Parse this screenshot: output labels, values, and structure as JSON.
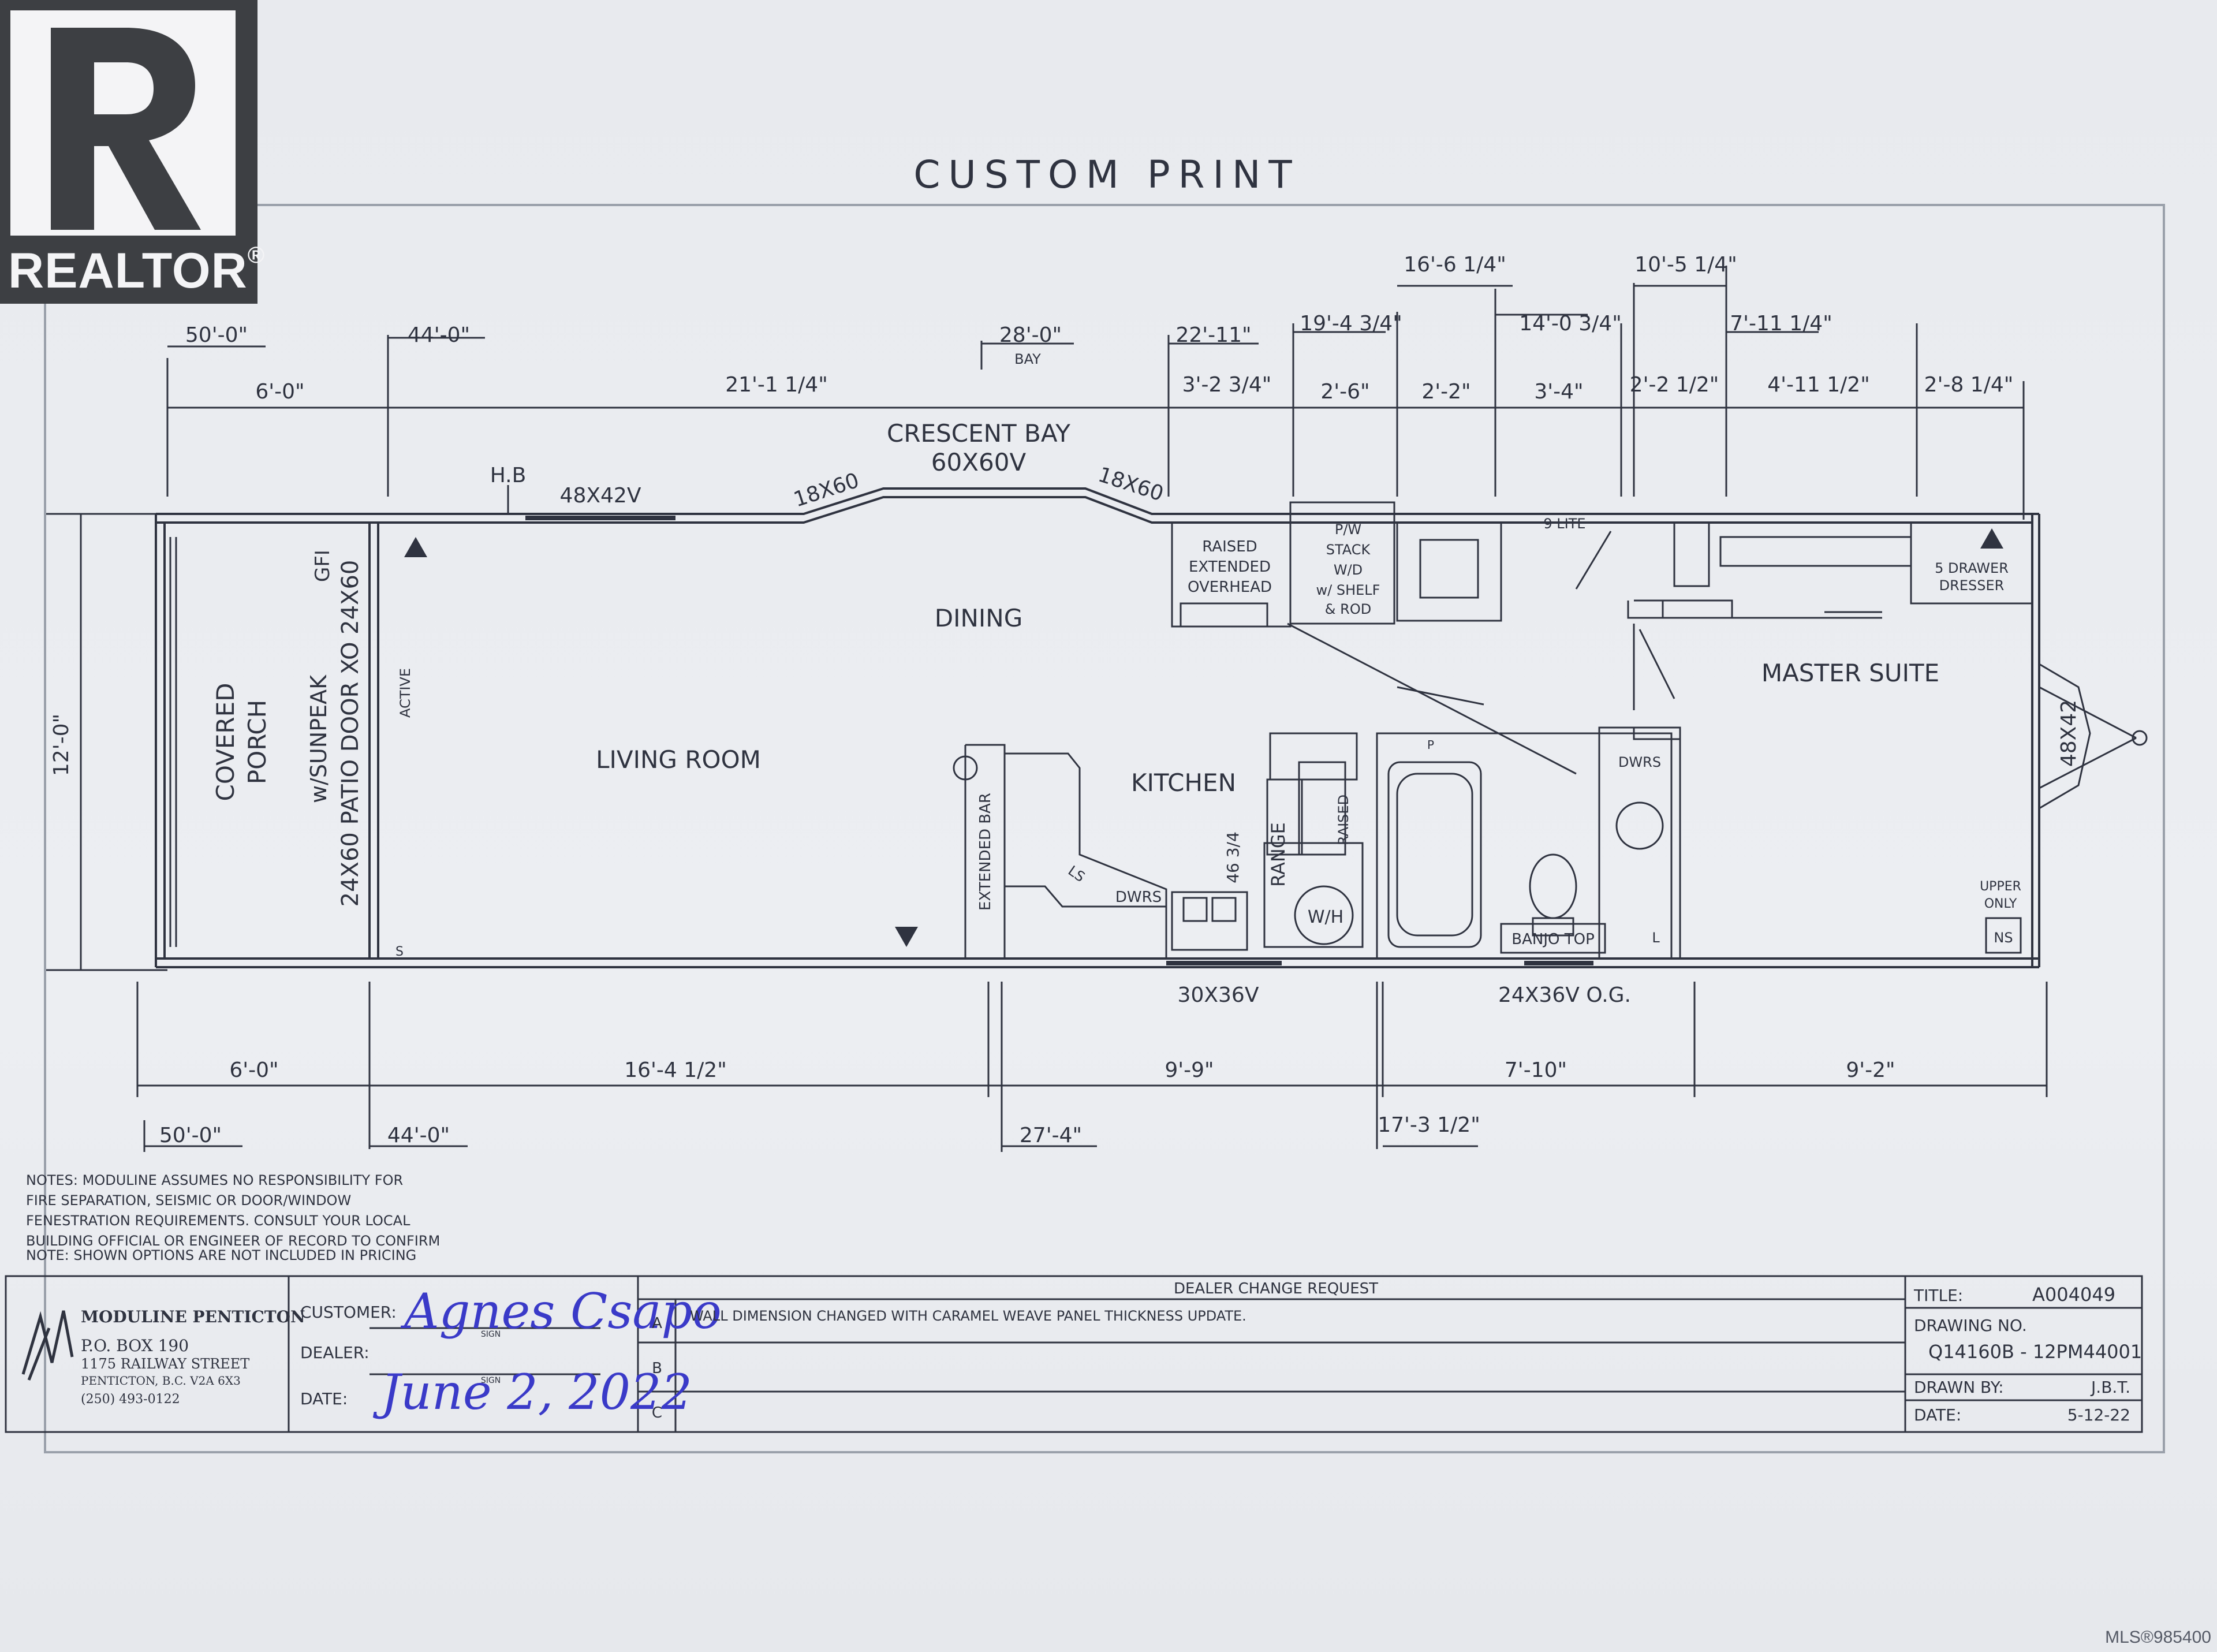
{
  "title": "CUSTOM PRINT",
  "logo": {
    "text": "REALTOR",
    "mark": "®",
    "icon": "realtor-r-logo"
  },
  "top_dims_outer": [
    "50'-0\"",
    "44'-0\"",
    "28'-0\"",
    "BAY",
    "22'-11\"",
    "19'-4 3/4\"",
    "16'-6 1/4\"",
    "14'-0 3/4\"",
    "10'-5 1/4\"",
    "7'-11 1/4\""
  ],
  "top_dims_inner": [
    "6'-0\"",
    "21'-1 1/4\"",
    "3'-2 3/4\"",
    "2'-6\"",
    "2'-2\"",
    "3'-4\"",
    "2'-2 1/2\"",
    "4'-11 1/2\"",
    "2'-8 1/4\""
  ],
  "bottom_dims_inner": [
    "6'-0\"",
    "16'-4 1/2\"",
    "9'-9\"",
    "7'-10\"",
    "9'-2\""
  ],
  "bottom_dims_outer": [
    "50'-0\"",
    "44'-0\"",
    "27'-4\"",
    "17'-3 1/2\""
  ],
  "side_dim": "12'-0\"",
  "windows": {
    "crescent_bay": "CRESCENT BAY",
    "crescent_size": "60X60V",
    "bay_left": "18X60",
    "bay_right": "18X60",
    "living": "48X42V",
    "kitchen": "30X36V",
    "bath": "24X36V O.G.",
    "end": "48X42",
    "lite": "9 LITE"
  },
  "rooms": {
    "porch_1": "COVERED",
    "porch_2": "PORCH",
    "living": "LIVING ROOM",
    "dining": "DINING",
    "kitchen": "KITCHEN",
    "master": "MASTER SUITE"
  },
  "labels": {
    "hb": "H.B",
    "gfi": "GFI",
    "sunpeak": "w/SUNPEAK",
    "patio": "24X60 PATIO DOOR XO 24X60",
    "active": "ACTIVE",
    "s": "S",
    "raised_ext": [
      "RAISED",
      "EXTENDED",
      "OVERHEAD"
    ],
    "pw_stack": [
      "P/W",
      "STACK",
      "W/D",
      "w/ SHELF",
      "& ROD"
    ],
    "dresser": [
      "5 DRAWER",
      "DRESSER"
    ],
    "extended_bar": "EXTENDED BAR",
    "ls": "LS",
    "dwrs_kitchen": "DWRS",
    "range": "RANGE",
    "range_size": "46 3/4",
    "raised": "RAISED",
    "wh": "W/H",
    "p": "P",
    "banjo": "BANJO TOP",
    "dwrs_bath": "DWRS",
    "l": "L",
    "upper_only": [
      "UPPER",
      "ONLY"
    ],
    "ns": "NS"
  },
  "notes": [
    "NOTES:   MODULINE ASSUMES NO RESPONSIBILITY FOR",
    "FIRE SEPARATION, SEISMIC OR DOOR/WINDOW",
    "FENESTRATION REQUIREMENTS. CONSULT YOUR LOCAL",
    "BUILDING OFFICIAL OR ENGINEER OF RECORD TO CONFIRM",
    "NOTE:  SHOWN OPTIONS ARE NOT INCLUDED IN PRICING"
  ],
  "company": {
    "name": "MODULINE PENTICTON",
    "po": "P.O. BOX 190",
    "street": "1175 RAILWAY STREET",
    "city": "PENTICTON, B.C. V2A 6X3",
    "phone": "(250) 493-0122"
  },
  "customer_block": {
    "customer_label": "CUSTOMER:",
    "dealer_label": "DEALER:",
    "date_label": "DATE:",
    "sign": "SIGN",
    "customer_signature": "Agnes Csapo",
    "date_handwritten": "June 2, 2022"
  },
  "change_request": {
    "header": "DEALER CHANGE REQUEST",
    "rows": [
      {
        "id": "A",
        "text": "WALL DIMENSION CHANGED WITH CARAMEL WEAVE PANEL THICKNESS UPDATE."
      },
      {
        "id": "B",
        "text": ""
      },
      {
        "id": "C",
        "text": ""
      }
    ]
  },
  "title_block": {
    "title_label": "TITLE:",
    "title_value": "A004049",
    "drawing_label": "DRAWING NO.",
    "drawing_value": "Q14160B  -  12PM44001",
    "drawn_label": "DRAWN BY:",
    "drawn_value": "J.B.T.",
    "date_label": "DATE:",
    "date_value": "5-12-22"
  },
  "mls": "MLS®985400",
  "colors": {
    "paper": "#eceef2",
    "ink": "#2f3340",
    "signature": "#3a3ac8"
  }
}
